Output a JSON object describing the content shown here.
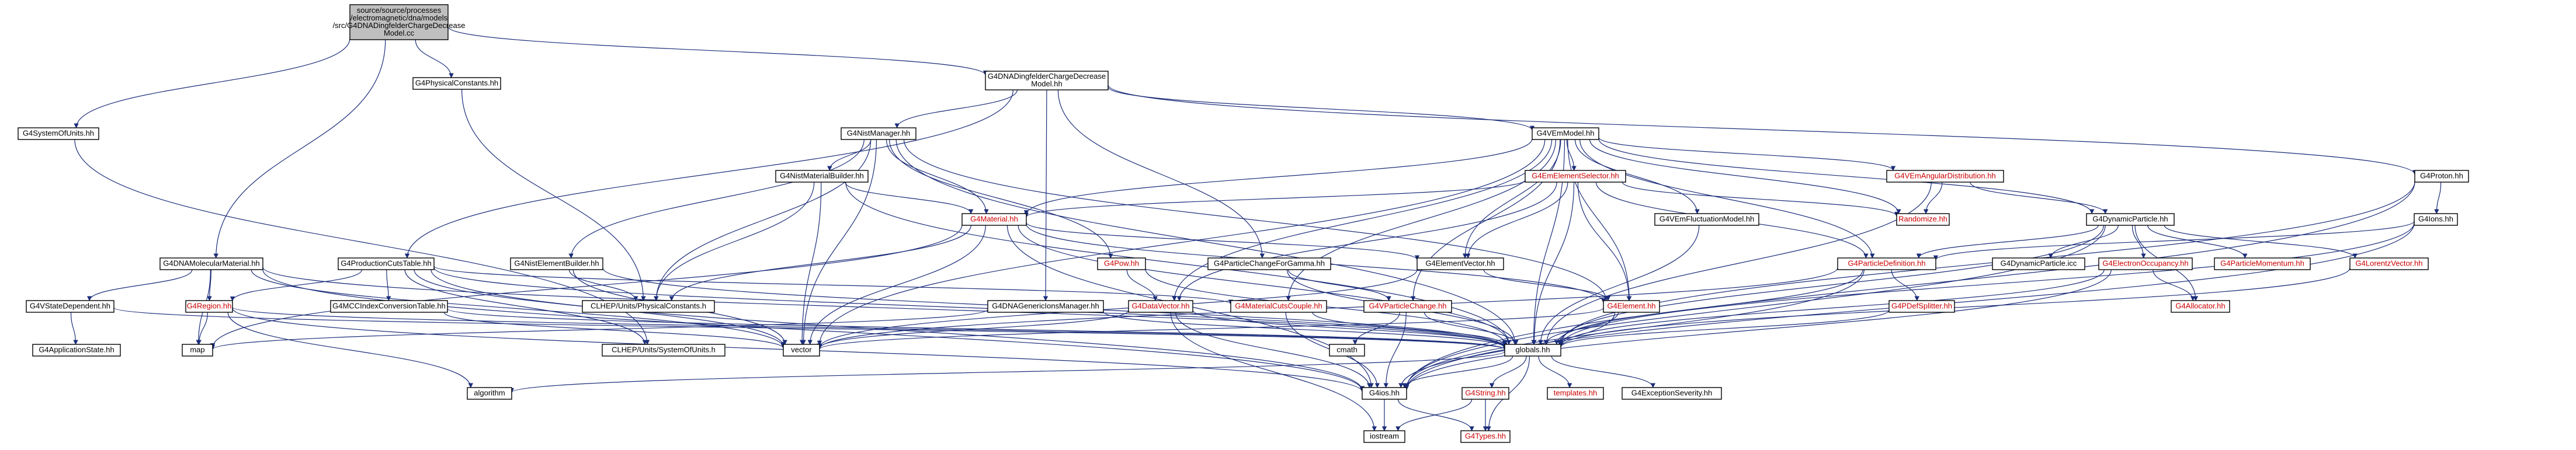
{
  "colors": {
    "node_border": "#000000",
    "node_fill": "#ffffff",
    "root_fill": "#bfbfbf",
    "edge": "#1b2d7a",
    "text_link": "#000000",
    "text_missing": "#cc0000"
  },
  "nodes": [
    {
      "id": "root",
      "lines": [
        "source/source/processes",
        "/electromagnetic/dna/models",
        "/src/G4DNADingfelderChargeDecrease",
        "Model.cc"
      ],
      "style": "root"
    },
    {
      "id": "G4SystemOfUnits",
      "lines": [
        "G4SystemOfUnits.hh"
      ],
      "style": "link"
    },
    {
      "id": "G4PhysicalConstants",
      "lines": [
        "G4PhysicalConstants.hh"
      ],
      "style": "link"
    },
    {
      "id": "G4DNADingfelder",
      "lines": [
        "G4DNADingfelderChargeDecrease",
        "Model.hh"
      ],
      "style": "link"
    },
    {
      "id": "G4NistManager",
      "lines": [
        "G4NistManager.hh"
      ],
      "style": "link"
    },
    {
      "id": "G4VEmModel",
      "lines": [
        "G4VEmModel.hh"
      ],
      "style": "link"
    },
    {
      "id": "G4Proton",
      "lines": [
        "G4Proton.hh"
      ],
      "style": "link"
    },
    {
      "id": "G4NistMaterialBuilder",
      "lines": [
        "G4NistMaterialBuilder.hh"
      ],
      "style": "link"
    },
    {
      "id": "G4EmElementSelector",
      "lines": [
        "G4EmElementSelector.hh"
      ],
      "style": "missing"
    },
    {
      "id": "G4VEmAngularDistribution",
      "lines": [
        "G4VEmAngularDistribution.hh"
      ],
      "style": "missing"
    },
    {
      "id": "G4Material",
      "lines": [
        "G4Material.hh"
      ],
      "style": "missing"
    },
    {
      "id": "G4VEmFluctuationModel",
      "lines": [
        "G4VEmFluctuationModel.hh"
      ],
      "style": "link"
    },
    {
      "id": "Randomize",
      "lines": [
        "Randomize.hh"
      ],
      "style": "missing"
    },
    {
      "id": "G4DynamicParticle",
      "lines": [
        "G4DynamicParticle.hh"
      ],
      "style": "link"
    },
    {
      "id": "G4Ions",
      "lines": [
        "G4Ions.hh"
      ],
      "style": "link"
    },
    {
      "id": "G4DNAMolecularMaterial",
      "lines": [
        "G4DNAMolecularMaterial.hh"
      ],
      "style": "link"
    },
    {
      "id": "G4ProductionCutsTable",
      "lines": [
        "G4ProductionCutsTable.hh"
      ],
      "style": "link"
    },
    {
      "id": "G4NistElementBuilder",
      "lines": [
        "G4NistElementBuilder.hh"
      ],
      "style": "link"
    },
    {
      "id": "G4ParticleChangeForGamma",
      "lines": [
        "G4ParticleChangeForGamma.hh"
      ],
      "style": "link"
    },
    {
      "id": "G4Pow",
      "lines": [
        "G4Pow.hh"
      ],
      "style": "missing"
    },
    {
      "id": "G4ElementVector",
      "lines": [
        "G4ElementVector.hh"
      ],
      "style": "link"
    },
    {
      "id": "G4ParticleDefinition",
      "lines": [
        "G4ParticleDefinition.hh"
      ],
      "style": "missing"
    },
    {
      "id": "G4DynamicParticleicc",
      "lines": [
        "G4DynamicParticle.icc"
      ],
      "style": "plain"
    },
    {
      "id": "G4ElectronOccupancy",
      "lines": [
        "G4ElectronOccupancy.hh"
      ],
      "style": "missing"
    },
    {
      "id": "G4ParticleMomentum",
      "lines": [
        "G4ParticleMomentum.hh"
      ],
      "style": "missing"
    },
    {
      "id": "G4LorentzVector",
      "lines": [
        "G4LorentzVector.hh"
      ],
      "style": "missing"
    },
    {
      "id": "G4VStateDependent",
      "lines": [
        "G4VStateDependent.hh"
      ],
      "style": "link"
    },
    {
      "id": "G4Region",
      "lines": [
        "G4Region.hh"
      ],
      "style": "missing"
    },
    {
      "id": "G4MCCIndexConversionTable",
      "lines": [
        "G4MCCIndexConversionTable.hh"
      ],
      "style": "link"
    },
    {
      "id": "CLHEPPhysicalConstants",
      "lines": [
        "CLHEP/Units/PhysicalConstants.h"
      ],
      "style": "link"
    },
    {
      "id": "G4DNAGenericIonsManager",
      "lines": [
        "G4DNAGenericIonsManager.hh"
      ],
      "style": "link"
    },
    {
      "id": "G4DataVector",
      "lines": [
        "G4DataVector.hh"
      ],
      "style": "missing"
    },
    {
      "id": "G4MaterialCutsCouple",
      "lines": [
        "G4MaterialCutsCouple.hh"
      ],
      "style": "missing"
    },
    {
      "id": "G4VParticleChange",
      "lines": [
        "G4VParticleChange.hh"
      ],
      "style": "missing"
    },
    {
      "id": "G4Element",
      "lines": [
        "G4Element.hh"
      ],
      "style": "missing"
    },
    {
      "id": "G4PDefSplitter",
      "lines": [
        "G4PDefSplitter.hh"
      ],
      "style": "missing"
    },
    {
      "id": "G4Allocator",
      "lines": [
        "G4Allocator.hh"
      ],
      "style": "missing"
    },
    {
      "id": "G4ApplicationState",
      "lines": [
        "G4ApplicationState.hh"
      ],
      "style": "link"
    },
    {
      "id": "map",
      "lines": [
        "map"
      ],
      "style": "plain"
    },
    {
      "id": "CLHEPSystemOfUnits",
      "lines": [
        "CLHEP/Units/SystemOfUnits.h"
      ],
      "style": "link"
    },
    {
      "id": "vector",
      "lines": [
        "vector"
      ],
      "style": "plain"
    },
    {
      "id": "cmath",
      "lines": [
        "cmath"
      ],
      "style": "plain"
    },
    {
      "id": "globals",
      "lines": [
        "globals.hh"
      ],
      "style": "link"
    },
    {
      "id": "algorithm",
      "lines": [
        "algorithm"
      ],
      "style": "plain"
    },
    {
      "id": "G4ios",
      "lines": [
        "G4ios.hh"
      ],
      "style": "link"
    },
    {
      "id": "G4String",
      "lines": [
        "G4String.hh"
      ],
      "style": "missing"
    },
    {
      "id": "templates",
      "lines": [
        "templates.hh"
      ],
      "style": "missing"
    },
    {
      "id": "G4ExceptionSeverity",
      "lines": [
        "G4ExceptionSeverity.hh"
      ],
      "style": "link"
    },
    {
      "id": "iostream",
      "lines": [
        "iostream"
      ],
      "style": "plain"
    },
    {
      "id": "G4Types",
      "lines": [
        "G4Types.hh"
      ],
      "style": "missing"
    }
  ],
  "edges": [
    [
      "root",
      "G4SystemOfUnits"
    ],
    [
      "root",
      "G4PhysicalConstants"
    ],
    [
      "root",
      "G4DNADingfelder"
    ],
    [
      "root",
      "G4DNAMolecularMaterial"
    ],
    [
      "G4SystemOfUnits",
      "CLHEPSystemOfUnits"
    ],
    [
      "G4PhysicalConstants",
      "CLHEPPhysicalConstants"
    ],
    [
      "G4DNADingfelder",
      "G4NistManager"
    ],
    [
      "G4DNADingfelder",
      "G4VEmModel"
    ],
    [
      "G4DNADingfelder",
      "G4Proton"
    ],
    [
      "G4DNADingfelder",
      "G4ProductionCutsTable"
    ],
    [
      "G4DNADingfelder",
      "G4DNAGenericIonsManager"
    ],
    [
      "G4DNADingfelder",
      "G4ParticleChangeForGamma"
    ],
    [
      "G4NistManager",
      "G4NistMaterialBuilder"
    ],
    [
      "G4NistManager",
      "G4NistElementBuilder"
    ],
    [
      "G4NistManager",
      "G4Material"
    ],
    [
      "G4NistManager",
      "G4Element"
    ],
    [
      "G4NistManager",
      "G4Pow"
    ],
    [
      "G4NistManager",
      "vector"
    ],
    [
      "G4NistManager",
      "CLHEPPhysicalConstants"
    ],
    [
      "G4NistManager",
      "globals"
    ],
    [
      "G4NistMaterialBuilder",
      "G4Material"
    ],
    [
      "G4NistMaterialBuilder",
      "CLHEPPhysicalConstants"
    ],
    [
      "G4NistMaterialBuilder",
      "vector"
    ],
    [
      "G4NistMaterialBuilder",
      "globals"
    ],
    [
      "G4VEmModel",
      "G4EmElementSelector"
    ],
    [
      "G4VEmModel",
      "G4VEmAngularDistribution"
    ],
    [
      "G4VEmModel",
      "G4VEmFluctuationModel"
    ],
    [
      "G4VEmModel",
      "Randomize"
    ],
    [
      "G4VEmModel",
      "G4DynamicParticle"
    ],
    [
      "G4VEmModel",
      "G4Material"
    ],
    [
      "G4VEmModel",
      "G4ElementVector"
    ],
    [
      "G4VEmModel",
      "G4DataVector"
    ],
    [
      "G4VEmModel",
      "G4MaterialCutsCouple"
    ],
    [
      "G4VEmModel",
      "G4Element"
    ],
    [
      "G4VEmModel",
      "vector"
    ],
    [
      "G4VEmModel",
      "globals"
    ],
    [
      "G4VEmModel",
      "G4ParticleDefinition"
    ],
    [
      "G4VEmModel",
      "G4VParticleChange"
    ],
    [
      "G4EmElementSelector",
      "G4Material"
    ],
    [
      "G4EmElementSelector",
      "G4Element"
    ],
    [
      "G4EmElementSelector",
      "G4ElementVector"
    ],
    [
      "G4EmElementSelector",
      "globals"
    ],
    [
      "G4EmElementSelector",
      "Randomize"
    ],
    [
      "G4EmElementSelector",
      "G4ParticleDefinition"
    ],
    [
      "G4EmElementSelector",
      "G4DataVector"
    ],
    [
      "G4VEmAngularDistribution",
      "globals"
    ],
    [
      "G4VEmAngularDistribution",
      "Randomize"
    ],
    [
      "G4VEmAngularDistribution",
      "G4DynamicParticle"
    ],
    [
      "G4VEmFluctuationModel",
      "globals"
    ],
    [
      "G4Proton",
      "G4Ions"
    ],
    [
      "G4Proton",
      "globals"
    ],
    [
      "G4Proton",
      "G4ios"
    ],
    [
      "G4Ions",
      "G4ParticleDefinition"
    ],
    [
      "G4Ions",
      "globals"
    ],
    [
      "G4Ions",
      "G4ios"
    ],
    [
      "G4DynamicParticle",
      "G4DynamicParticleicc"
    ],
    [
      "G4DynamicParticle",
      "G4ElectronOccupancy"
    ],
    [
      "G4DynamicParticle",
      "G4ParticleMomentum"
    ],
    [
      "G4DynamicParticle",
      "G4LorentzVector"
    ],
    [
      "G4DynamicParticle",
      "G4ParticleDefinition"
    ],
    [
      "G4DynamicParticle",
      "G4Allocator"
    ],
    [
      "G4DynamicParticle",
      "globals"
    ],
    [
      "G4DynamicParticle",
      "G4ios"
    ],
    [
      "G4Material",
      "G4ElementVector"
    ],
    [
      "G4Material",
      "G4Element"
    ],
    [
      "G4Material",
      "vector"
    ],
    [
      "G4Material",
      "map"
    ],
    [
      "G4Material",
      "CLHEPPhysicalConstants"
    ],
    [
      "G4Material",
      "globals"
    ],
    [
      "G4Material",
      "G4ios"
    ],
    [
      "G4ElementVector",
      "G4Element"
    ],
    [
      "G4ElementVector",
      "vector"
    ],
    [
      "G4Element",
      "globals"
    ],
    [
      "G4Element",
      "G4ios"
    ],
    [
      "G4Element",
      "vector"
    ],
    [
      "G4ParticleDefinition",
      "G4PDefSplitter"
    ],
    [
      "G4ParticleDefinition",
      "globals"
    ],
    [
      "G4ParticleDefinition",
      "G4ios"
    ],
    [
      "G4ParticleDefinition",
      "vector"
    ],
    [
      "G4PDefSplitter",
      "globals"
    ],
    [
      "G4ElectronOccupancy",
      "G4Allocator"
    ],
    [
      "G4ElectronOccupancy",
      "globals"
    ],
    [
      "G4ElectronOccupancy",
      "G4ios"
    ],
    [
      "G4LorentzVector",
      "globals"
    ],
    [
      "G4DNAMolecularMaterial",
      "G4VStateDependent"
    ],
    [
      "G4DNAMolecularMaterial",
      "G4Region"
    ],
    [
      "G4DNAMolecularMaterial",
      "map"
    ],
    [
      "G4DNAMolecularMaterial",
      "vector"
    ],
    [
      "G4DNAMolecularMaterial",
      "G4ios"
    ],
    [
      "G4DNAMolecularMaterial",
      "globals"
    ],
    [
      "G4VStateDependent",
      "G4ApplicationState"
    ],
    [
      "G4VStateDependent",
      "globals"
    ],
    [
      "G4Region",
      "map"
    ],
    [
      "G4Region",
      "algorithm"
    ],
    [
      "G4Region",
      "G4ios"
    ],
    [
      "G4Region",
      "globals"
    ],
    [
      "G4ProductionCutsTable",
      "G4MCCIndexConversionTable"
    ],
    [
      "G4ProductionCutsTable",
      "G4Region"
    ],
    [
      "G4ProductionCutsTable",
      "G4MaterialCutsCouple"
    ],
    [
      "G4ProductionCutsTable",
      "vector"
    ],
    [
      "G4ProductionCutsTable",
      "CLHEPSystemOfUnits"
    ],
    [
      "G4ProductionCutsTable",
      "globals"
    ],
    [
      "G4ProductionCutsTable",
      "G4ios"
    ],
    [
      "G4MCCIndexConversionTable",
      "vector"
    ],
    [
      "G4MCCIndexConversionTable",
      "globals"
    ],
    [
      "G4NistElementBuilder",
      "vector"
    ],
    [
      "G4NistElementBuilder",
      "globals"
    ],
    [
      "G4NistElementBuilder",
      "CLHEPPhysicalConstants"
    ],
    [
      "G4DNAGenericIonsManager",
      "map"
    ],
    [
      "G4DNAGenericIonsManager",
      "globals"
    ],
    [
      "G4ParticleChangeForGamma",
      "G4VParticleChange"
    ],
    [
      "G4ParticleChangeForGamma",
      "globals"
    ],
    [
      "G4Pow",
      "G4DataVector"
    ],
    [
      "G4Pow",
      "globals"
    ],
    [
      "G4DataVector",
      "vector"
    ],
    [
      "G4DataVector",
      "G4ios"
    ],
    [
      "G4DataVector",
      "globals"
    ],
    [
      "G4DataVector",
      "iostream"
    ],
    [
      "G4MaterialCutsCouple",
      "globals"
    ],
    [
      "G4MaterialCutsCouple",
      "G4ios"
    ],
    [
      "G4VParticleChange",
      "globals"
    ],
    [
      "G4VParticleChange",
      "cmath"
    ],
    [
      "G4VParticleChange",
      "G4ios"
    ],
    [
      "globals",
      "G4ios"
    ],
    [
      "globals",
      "algorithm"
    ],
    [
      "globals",
      "G4String"
    ],
    [
      "globals",
      "templates"
    ],
    [
      "globals",
      "G4ExceptionSeverity"
    ],
    [
      "globals",
      "G4Types"
    ],
    [
      "G4ios",
      "G4Types"
    ],
    [
      "G4ios",
      "iostream"
    ],
    [
      "G4String",
      "G4Types"
    ],
    [
      "G4String",
      "iostream"
    ]
  ]
}
